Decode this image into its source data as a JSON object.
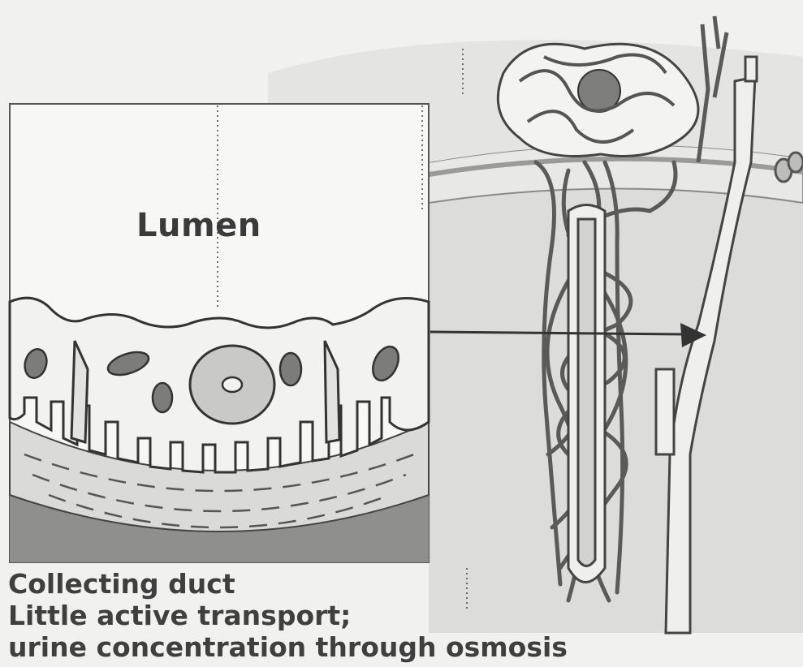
{
  "diagram": {
    "lumen_label": "Lumen",
    "caption": {
      "title": "Collecting duct",
      "line1": "Little active transport;",
      "line2": "urine concentration through osmosis"
    },
    "colors": {
      "background": "#f1f1ef",
      "panel": "#f6f6f4",
      "cell_fill": "#f2f2f0",
      "basement": "#dcdcda",
      "base_dark": "#8a8a88",
      "nucleus": "#7a7a78",
      "line": "#3e3e3e",
      "vessel": "#8c8c8a",
      "tissue": "#d9d9d7",
      "cortex": "#e6e6e4"
    }
  }
}
